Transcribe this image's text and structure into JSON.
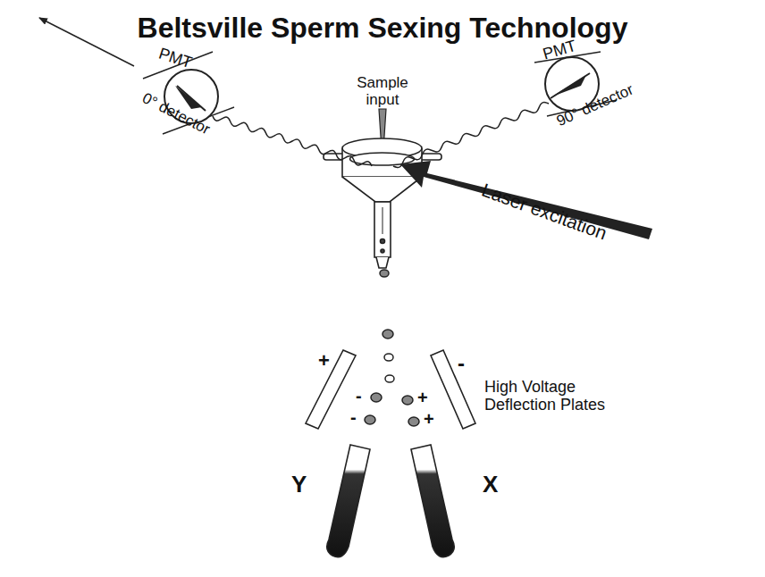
{
  "diagram": {
    "title": "Beltsville Sperm Sexing Technology",
    "labels": [
      "Sample input",
      "PMT",
      "0° detector",
      "PMT",
      "90° detector",
      "Laser excitation",
      "+",
      "-",
      "High Voltage Deflection Plates",
      "-",
      "-",
      "+",
      "+",
      "Y",
      "X"
    ]
  }
}
